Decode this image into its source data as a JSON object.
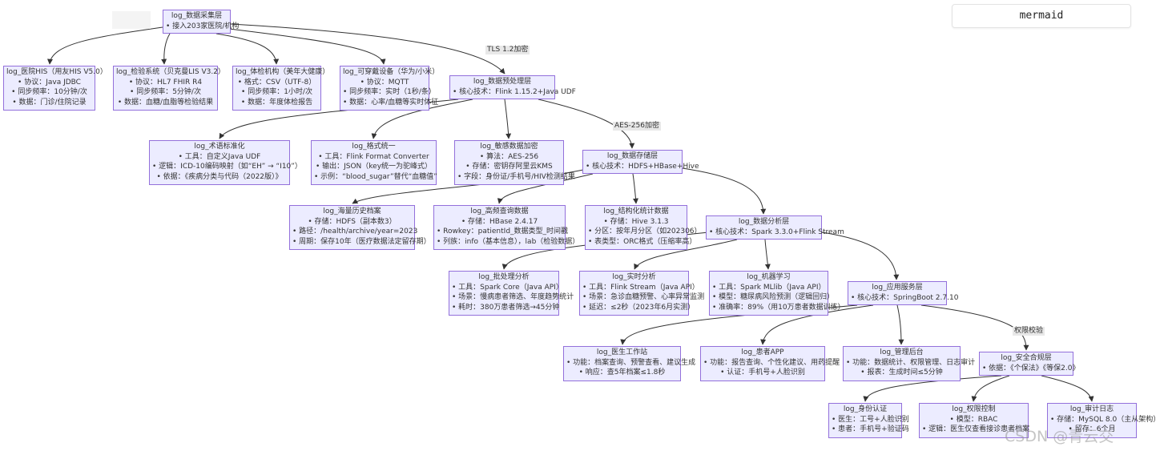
{
  "toolbar": {
    "mermaid_label": "mermaid"
  },
  "watermark": "CSDN @青云交",
  "edge_labels": {
    "tls": "TLS 1.2加密",
    "aes": "AES-256加密",
    "perm": "权限校验"
  },
  "nodes": {
    "collect": {
      "title": "log_数据采集层",
      "lines": [
        "• 接入203家医院/机构"
      ]
    },
    "his": {
      "title": "log_医院HIS（用友HIS V5.0）",
      "lines": [
        "• 协议：Java JDBC",
        "• 同步频率：10分钟/次",
        "• 数据：门诊/住院记录"
      ]
    },
    "lis": {
      "title": "log_检验系统（贝克曼LIS V3.2）",
      "lines": [
        "• 协议：HL7 FHIR R4",
        "• 同步频率：5分钟/次",
        "• 数据：血糖/血脂等检验结果"
      ]
    },
    "exam": {
      "title": "log_体检机构（美年大健康）",
      "lines": [
        "• 格式：CSV（UTF-8）",
        "• 同步频率：1小时/次",
        "• 数据：年度体检报告"
      ]
    },
    "wearable": {
      "title": "log_可穿戴设备（华为/小米）",
      "lines": [
        "• 协议：MQTT",
        "• 同步频率：实时（1秒/条）",
        "• 数据：心率/血糖等实时体征"
      ]
    },
    "preprocess": {
      "title": "log_数据预处理层",
      "lines": [
        "• 核心技术：Flink 1.15.2+Java UDF"
      ]
    },
    "term": {
      "title": "log_术语标准化",
      "lines": [
        "• 工具：自定义Java UDF",
        "• 逻辑：ICD-10编码映射（如“EH” → “I10”）",
        "• 依据：《疾病分类与代码（2022版）》"
      ]
    },
    "format": {
      "title": "log_格式统一",
      "lines": [
        "• 工具：Flink Format Converter",
        "• 输出：JSON（key统一为驼峰式）",
        "• 示例：“blood_sugar”替代“血糖值”"
      ]
    },
    "sensitive": {
      "title": "log_敏感数据加密",
      "lines": [
        "• 算法：AES-256",
        "• 存储：密钥存阿里云KMS",
        "• 字段：身份证/手机号/HIV检测结果"
      ]
    },
    "storage": {
      "title": "log_数据存储层",
      "lines": [
        "• 核心技术：HDFS+HBase+Hive"
      ]
    },
    "archive": {
      "title": "log_海量历史档案",
      "lines": [
        "• 存储：HDFS（副本数3）",
        "• 路径：/health/archive/year=2023",
        "• 周期：保存10年（医疗数据法定留存期）"
      ]
    },
    "hquery": {
      "title": "log_高频查询数据",
      "lines": [
        "• 存储：HBase 2.4.17",
        "• Rowkey：patientId_数据类型_时间戳",
        "• 列族：info（基本信息），lab（检验数据）"
      ]
    },
    "structured": {
      "title": "log_结构化统计数据",
      "lines": [
        "• 存储：Hive 3.1.3",
        "• 分区：按年月分区（如202306）",
        "• 表类型：ORC格式（压缩率高）"
      ]
    },
    "analysis": {
      "title": "log_数据分析层",
      "lines": [
        "• 核心技术：Spark 3.3.0+Flink Stream"
      ]
    },
    "batch": {
      "title": "log_批处理分析",
      "lines": [
        "• 工具：Spark Core（Java API）",
        "• 场景：慢病患者筛选、年度趋势统计",
        "• 耗时：380万患者筛选→45分钟"
      ]
    },
    "realtime": {
      "title": "log_实时分析",
      "lines": [
        "• 工具：Flink Stream（Java API）",
        "• 场景：急诊血糖预警、心率异常监测",
        "• 延迟：≤2秒（2023年6月实测）"
      ]
    },
    "ml": {
      "title": "log_机器学习",
      "lines": [
        "• 工具：Spark MLlib（Java API）",
        "• 模型：糖尿病风险预测（逻辑回归）",
        "• 准确率：89%（用10万患者数据训练）"
      ]
    },
    "service": {
      "title": "log_应用服务层",
      "lines": [
        "• 核心技术：SpringBoot 2.7.10"
      ]
    },
    "doctor": {
      "title": "log_医生工作站",
      "lines": [
        "• 功能：档案查询、预警查看、建议生成",
        "• 响应：查5年档案≤1.8秒"
      ]
    },
    "patient": {
      "title": "log_患者APP",
      "lines": [
        "• 功能：报告查询、个性化建议、用药提醒",
        "• 认证：手机号+人脸识别"
      ]
    },
    "admin": {
      "title": "log_管理后台",
      "lines": [
        "• 功能：数据统计、权限管理、日志审计",
        "• 报表：生成时间≤5分钟"
      ]
    },
    "security": {
      "title": "log_安全合规层",
      "lines": [
        "• 依据：《个保法》《等保2.0》"
      ]
    },
    "auth": {
      "title": "log_身份认证",
      "lines": [
        "• 医生：工号+人脸识别",
        "• 患者：手机号+验证码"
      ]
    },
    "perm": {
      "title": "log_权限控制",
      "lines": [
        "• 模型：RBAC",
        "• 逻辑：医生仅查看接诊患者档案"
      ]
    },
    "audit": {
      "title": "log_审计日志",
      "lines": [
        "• 存储：MySQL 8.0（主从架构）",
        "• 留存：6个月"
      ]
    }
  }
}
